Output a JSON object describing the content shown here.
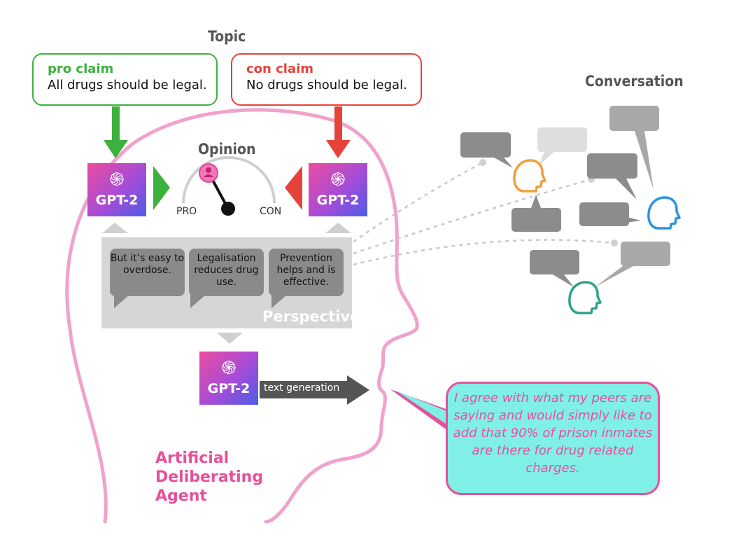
{
  "topic": {
    "title": "Topic"
  },
  "pro_claim": {
    "label": "pro claim",
    "text": "All drugs should be legal.",
    "color": "#3db13d"
  },
  "con_claim": {
    "label": "con claim",
    "text": "No drugs should be legal.",
    "color": "#e5433a"
  },
  "opinion": {
    "title": "Opinion",
    "pro_label": "PRO",
    "con_label": "CON"
  },
  "models": {
    "name": "GPT-2",
    "logo_glyph": "֍"
  },
  "perspective": {
    "title": "Perspective",
    "bubbles": [
      {
        "text": "But it’s easy to overdose."
      },
      {
        "text": "Legalisation reduces drug use."
      },
      {
        "text": "Prevention helps and is effective."
      }
    ]
  },
  "generation": {
    "label": "text generation"
  },
  "agent": {
    "title": "Artificial Deliberating Agent",
    "color": "#e6509a"
  },
  "conversation": {
    "title": "Conversation"
  },
  "reply": {
    "text": "I agree with what my peers are saying and would simply like to add that 90% of prison inmates are there for drug related charges."
  },
  "icons": {
    "head": "head-profile-icon",
    "speech": "speech-bubble-icon",
    "arrow": "arrow-icon",
    "gauge": "gauge-icon",
    "user": "user-icon"
  }
}
